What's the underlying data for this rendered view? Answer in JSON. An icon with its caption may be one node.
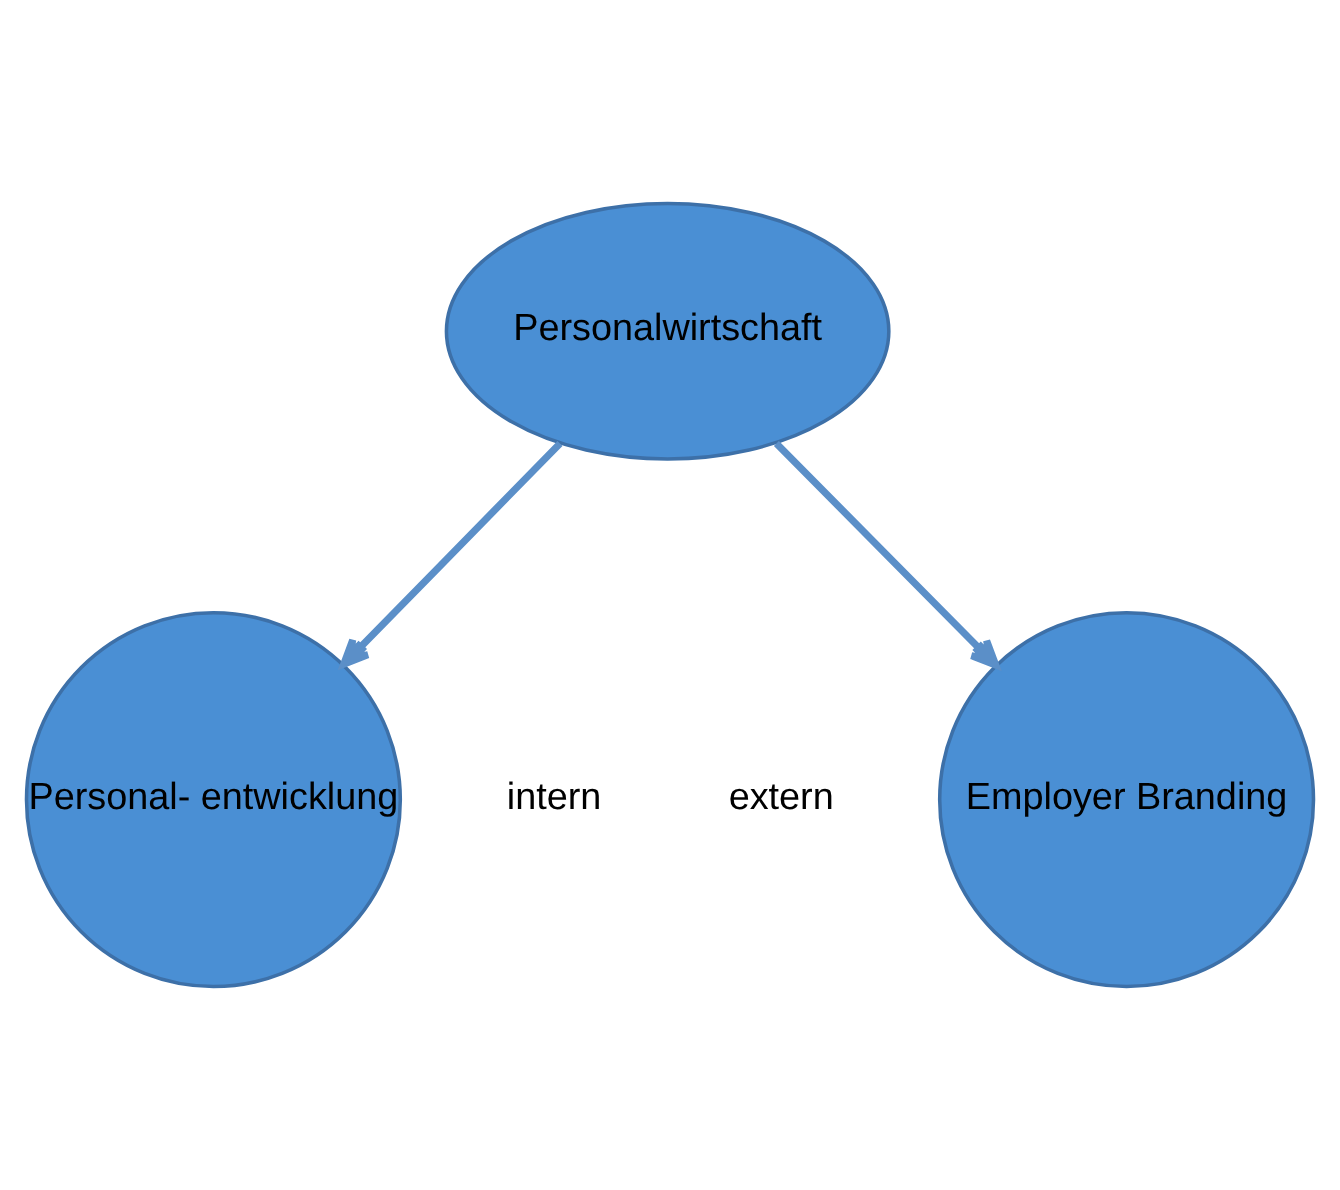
{
  "diagram": {
    "nodes": [
      {
        "text": [
          "Personalwirtschaft"
        ]
      },
      {
        "text": [
          "Personal- entwicklung"
        ]
      },
      {
        "text": [
          "Employer Branding"
        ]
      }
    ],
    "edges": [
      {
        "from": 0,
        "to": 1,
        "arrow": "to"
      },
      {
        "from": 0,
        "to": 2,
        "arrow": "to"
      }
    ],
    "labels": [
      "intern",
      "extern"
    ]
  }
}
